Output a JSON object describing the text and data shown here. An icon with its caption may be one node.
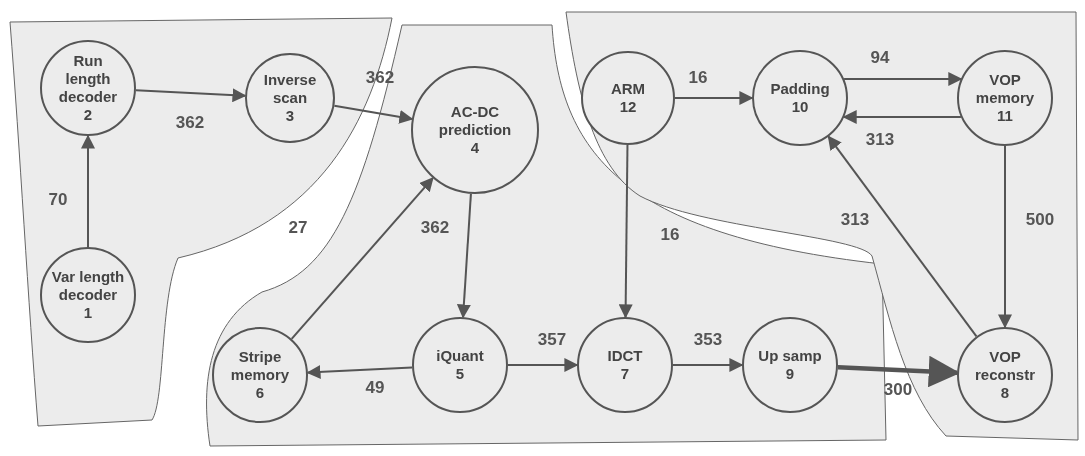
{
  "diagram": {
    "nodes": [
      {
        "text": [
          "Run length decoder",
          "2"
        ]
      },
      {
        "text": [
          "Inverse scan",
          "3"
        ]
      },
      {
        "text": [
          "AC-DC prediction",
          "4"
        ]
      },
      {
        "text": [
          "ARM",
          "12"
        ]
      },
      {
        "text": [
          "Padding",
          "10"
        ]
      },
      {
        "text": [
          "VOP memory",
          "11"
        ]
      },
      {
        "text": [
          "Var length decoder",
          "1"
        ]
      },
      {
        "text": [
          "Stripe memory",
          "6"
        ]
      },
      {
        "text": [
          "iQuant",
          "5"
        ]
      },
      {
        "text": [
          "IDCT",
          "7"
        ]
      },
      {
        "text": [
          "Up samp",
          "9"
        ]
      },
      {
        "text": [
          "VOP reconstr",
          "8"
        ]
      }
    ],
    "edges": [
      {
        "from": 6,
        "to": 0,
        "arrow": "to",
        "label": "70"
      },
      {
        "from": 0,
        "to": 1,
        "arrow": "to",
        "label": "362"
      },
      {
        "from": 1,
        "to": 2,
        "arrow": "to",
        "label": "362"
      },
      {
        "from": 7,
        "to": 2,
        "arrow": "to",
        "label": "27"
      },
      {
        "from": 2,
        "to": 8,
        "arrow": "to",
        "label": "362"
      },
      {
        "from": 8,
        "to": 7,
        "arrow": "to",
        "label": "49"
      },
      {
        "from": 8,
        "to": 9,
        "arrow": "to",
        "label": "357"
      },
      {
        "from": 9,
        "to": 10,
        "arrow": "to",
        "label": "353"
      },
      {
        "from": 10,
        "to": 11,
        "arrow": "to",
        "label": "300",
        "style": "thick"
      },
      {
        "from": 3,
        "to": 4,
        "arrow": "to",
        "label": "16"
      },
      {
        "from": 3,
        "to": 9,
        "arrow": "to",
        "label": "16"
      },
      {
        "from": 4,
        "to": 5,
        "arrow": "to",
        "label": "94"
      },
      {
        "from": 5,
        "to": 4,
        "arrow": "to",
        "label": "313"
      },
      {
        "from": 5,
        "to": 11,
        "arrow": "to",
        "label": "500"
      },
      {
        "from": 11,
        "to": 4,
        "arrow": "to",
        "label": "313"
      }
    ]
  }
}
